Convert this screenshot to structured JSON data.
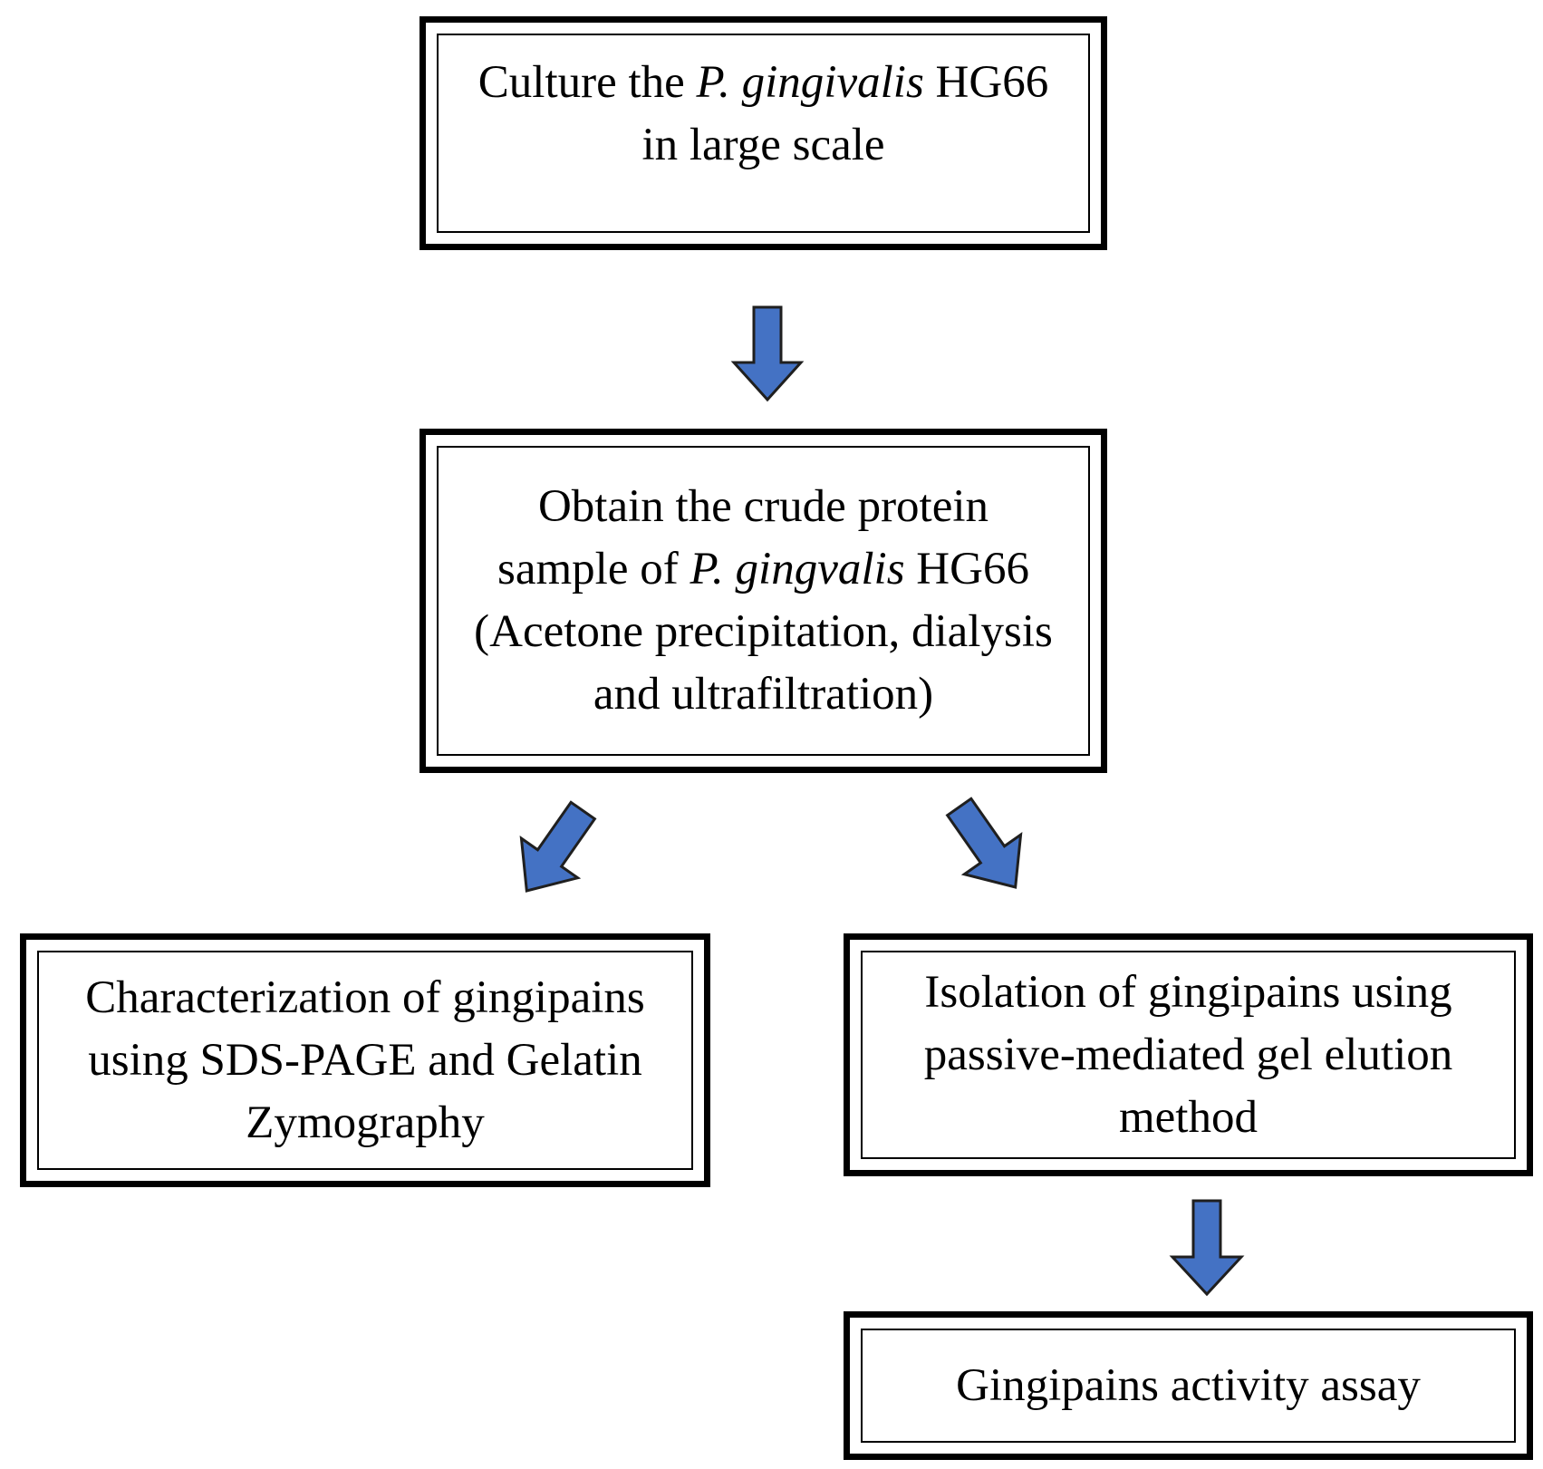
{
  "diagram": {
    "boxes": {
      "culture": {
        "line1_pre": "Culture the ",
        "line1_italic": "P. gingivalis",
        "line1_post": " HG66",
        "line2": "in large scale"
      },
      "crude_protein": {
        "line1": "Obtain the crude protein",
        "line2_pre": "sample of ",
        "line2_italic": "P. gingvalis",
        "line2_post": " HG66",
        "line3": "(Acetone precipitation, dialysis",
        "line4": "and ultrafiltration)"
      },
      "characterization": {
        "line1": "Characterization of gingipains",
        "line2": "using SDS-PAGE and Gelatin",
        "line3": "Zymography"
      },
      "isolation": {
        "line1": "Isolation of gingipains using",
        "line2": "passive-mediated gel elution",
        "line3": "method"
      },
      "activity_assay": {
        "line1": "Gingipains activity assay"
      }
    },
    "arrow_color": "#4472C4",
    "arrow_outline_color": "#1F1F1F",
    "connections": [
      {
        "from": "culture",
        "to": "crude_protein"
      },
      {
        "from": "crude_protein",
        "to": "characterization"
      },
      {
        "from": "crude_protein",
        "to": "isolation"
      },
      {
        "from": "isolation",
        "to": "activity_assay"
      }
    ]
  }
}
